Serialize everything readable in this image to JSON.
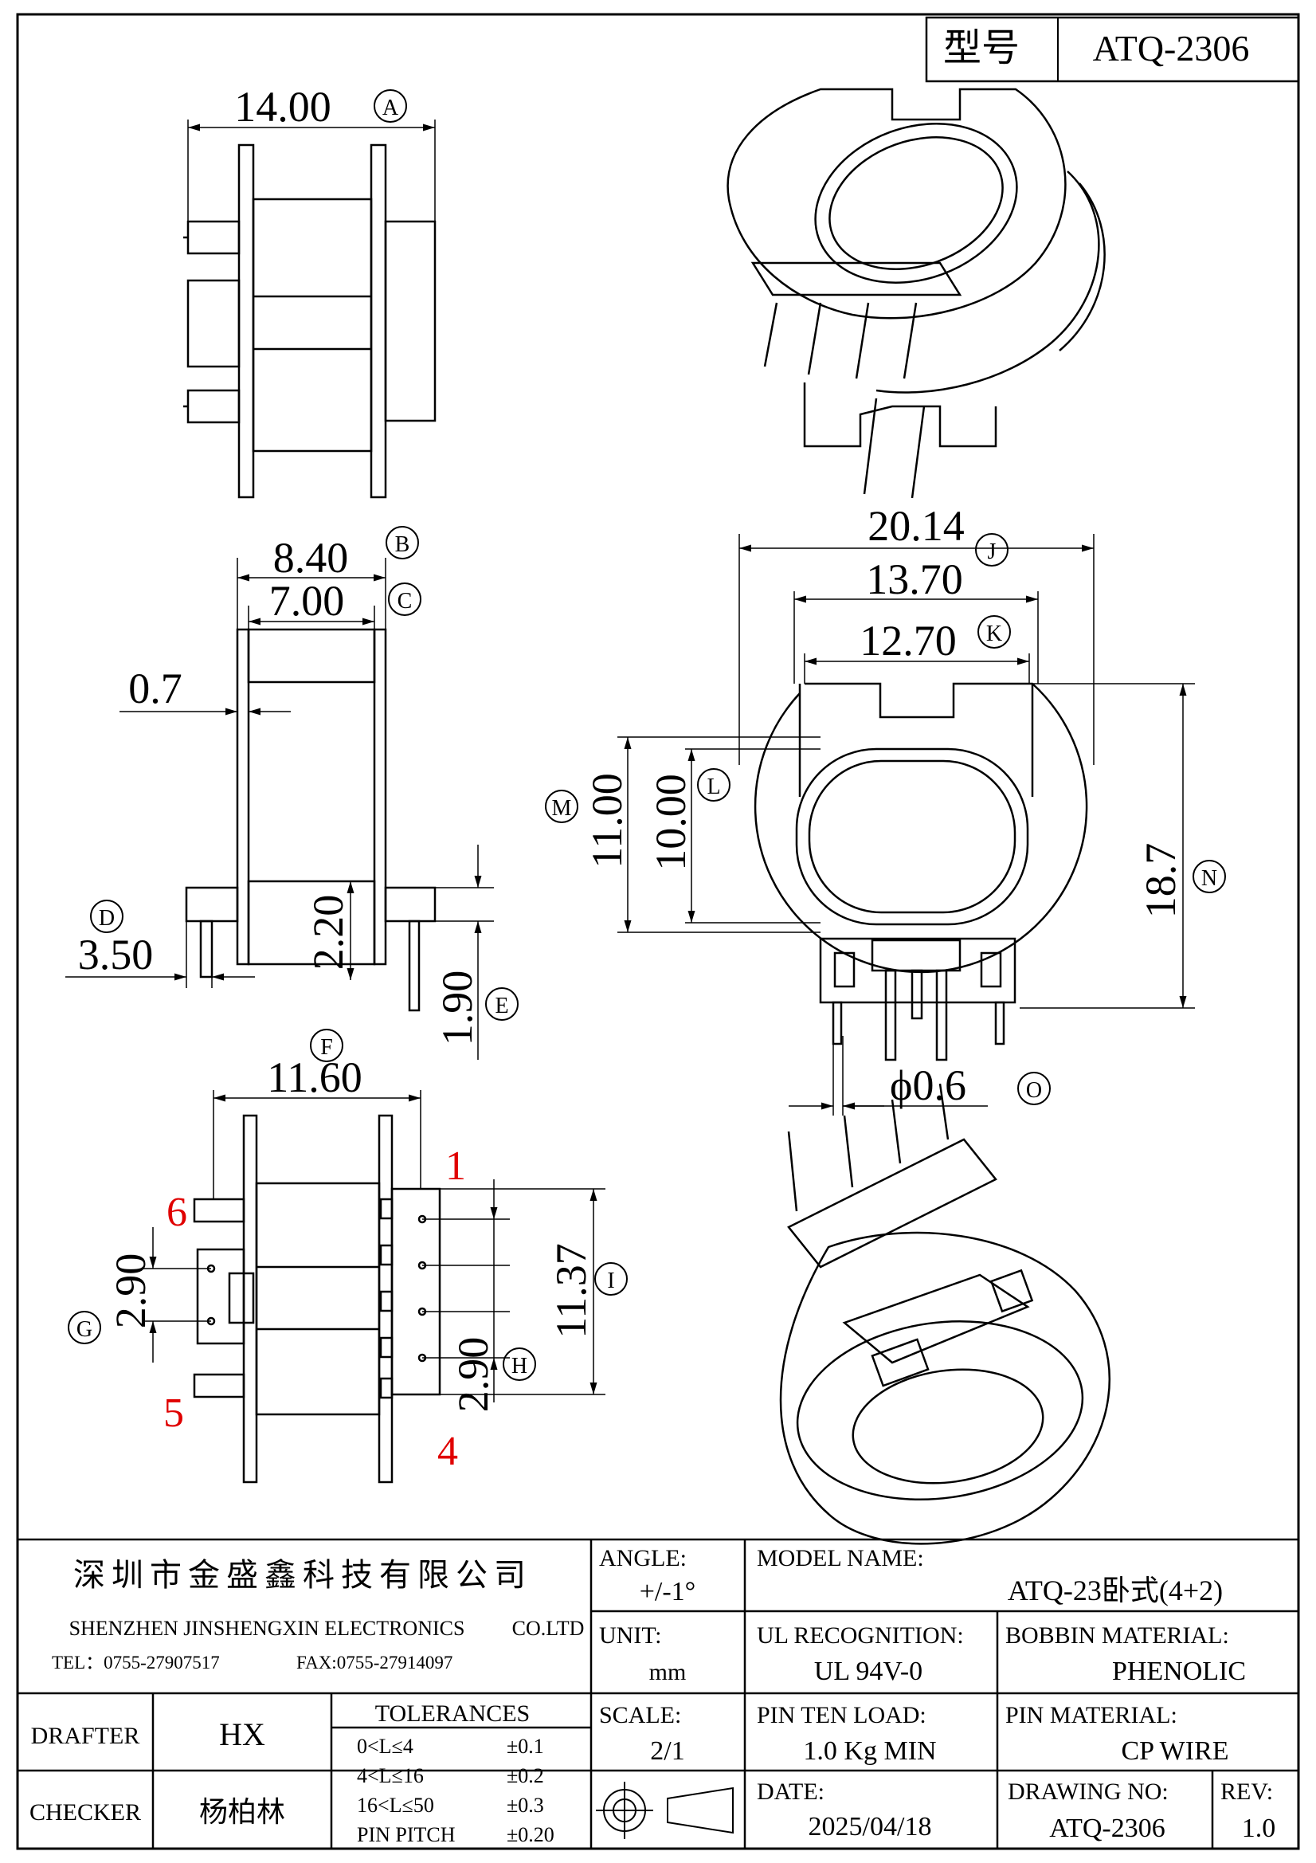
{
  "header": {
    "model_label": "型号",
    "model_value": "ATQ-2306"
  },
  "dimensions": {
    "A": {
      "value": "14.00",
      "tag": "A"
    },
    "B": {
      "value": "8.40",
      "tag": "B"
    },
    "C": {
      "value": "7.00",
      "tag": "C"
    },
    "wall": {
      "value": "0.7"
    },
    "D": {
      "value": "3.50",
      "tag": "D"
    },
    "shoulder": {
      "value": "2.20"
    },
    "E": {
      "value": "1.90",
      "tag": "E"
    },
    "F": {
      "value": "11.60",
      "tag": "F"
    },
    "G": {
      "value": "2.90",
      "tag": "G"
    },
    "H": {
      "value": "2.90",
      "tag": "H"
    },
    "I": {
      "value": "11.37",
      "tag": "I"
    },
    "J": {
      "value": "20.14",
      "tag": "J"
    },
    "outer_width": {
      "value": "13.70"
    },
    "K": {
      "value": "12.70",
      "tag": "K"
    },
    "M": {
      "value": "11.00",
      "tag": "M"
    },
    "L": {
      "value": "10.00",
      "tag": "L"
    },
    "N": {
      "value": "18.7",
      "tag": "N"
    },
    "O": {
      "value": "ϕ0.6",
      "tag": "O"
    }
  },
  "pins": {
    "p1": "1",
    "p4": "4",
    "p5": "5",
    "p6": "6"
  },
  "colors": {
    "pin_label": "#e00000",
    "line": "#000000"
  },
  "title_block": {
    "company_cn": "深圳市金盛鑫科技有限公司",
    "company_en": "SHENZHEN JINSHENGXIN ELECTRONICS",
    "company_suffix": "CO.LTD",
    "tel": "TEL：0755-27907517",
    "fax": "FAX:0755-27914097",
    "angle_label": "ANGLE:",
    "angle_value": "+/-1°",
    "model_name_label": "MODEL NAME:",
    "model_name_value": "ATQ-23卧式(4+2)",
    "unit_label": "UNIT:",
    "unit_value": "mm",
    "ul_label": "UL RECOGNITION:",
    "ul_value": "UL 94V-0",
    "bobbin_label": "BOBBIN MATERIAL:",
    "bobbin_value": "PHENOLIC",
    "drafter_label": "DRAFTER",
    "drafter_value": "HX",
    "tolerances_label": "TOLERANCES",
    "tolerances": [
      {
        "range": "0<L≤4",
        "tol": "±0.1"
      },
      {
        "range": "4<L≤16",
        "tol": "±0.2"
      },
      {
        "range": "16<L≤50",
        "tol": "±0.3"
      },
      {
        "range": "PIN PITCH",
        "tol": "±0.20"
      }
    ],
    "scale_label": "SCALE:",
    "scale_value": "2/1",
    "pin_load_label": "PIN TEN LOAD:",
    "pin_load_value": "1.0 Kg MIN",
    "pin_material_label": "PIN MATERIAL:",
    "pin_material_value": "CP WIRE",
    "checker_label": "CHECKER",
    "checker_value": "杨柏林",
    "date_label": "DATE:",
    "date_value": "2025/04/18",
    "drawing_no_label": "DRAWING NO:",
    "drawing_no_value": "ATQ-2306",
    "rev_label": "REV:",
    "rev_value": "1.0"
  }
}
